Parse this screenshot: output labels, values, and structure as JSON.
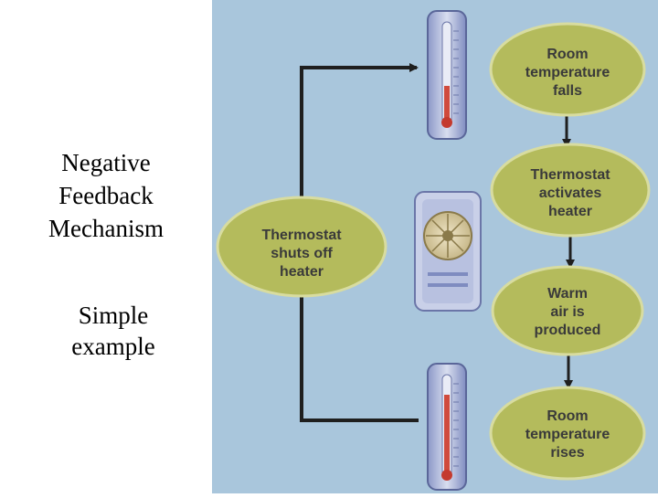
{
  "title": {
    "line1": "Negative",
    "line2": "Feedback",
    "line3": "Mechanism"
  },
  "subtitle": {
    "line1": "Simple",
    "line2": "example"
  },
  "diagram": {
    "background": "#a9c6dc",
    "oval_color": "#b4bb5c",
    "arrow_color": "#1f1f1f",
    "shutoff": [
      "Thermostat",
      "shuts off",
      "heater"
    ],
    "steps": [
      [
        "Room",
        "temperature",
        "falls"
      ],
      [
        "Thermostat",
        "activates",
        "heater"
      ],
      [
        "Warm",
        "air is",
        "produced"
      ],
      [
        "Room",
        "temperature",
        "rises"
      ]
    ]
  }
}
